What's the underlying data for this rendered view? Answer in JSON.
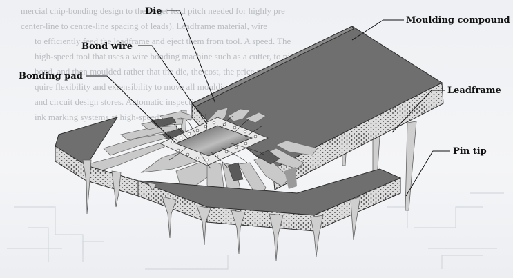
{
  "labels": {
    "die": "Die",
    "moulding_compound": "Moulding compound",
    "bond_wire": "Bond wire",
    "bonding_pad": "Bonding pad",
    "leadframe": "Leadframe",
    "pin_tip": "Pin tip"
  },
  "background_text": [
    "mercial chip-bonding design to the target lead pitch needed for highly pre",
    "center-line to centre-line spacing of leads). Leadframe material, wire",
    "to efficiently feed the leadframe and eject them from tool. A speed. The",
    "high-speed tool that uses a wire bonding machine such as a cutter, to pick up",
    "bond, and then moulded rather that the die, the cost, the price mouldin",
    "quire flexibility and extensibility to move all moulding, moulding leadfra",
    "and circuit design stores. Automatic inspection and vision and recog",
    "ink marking systems at high-speed output are made-in chamber, similar tar"
  ],
  "colors": {
    "body_top": "#6f6f6f",
    "body_side": "#d8d8d8",
    "lead": "#c9c9c9",
    "die": "#2a2a2a"
  }
}
